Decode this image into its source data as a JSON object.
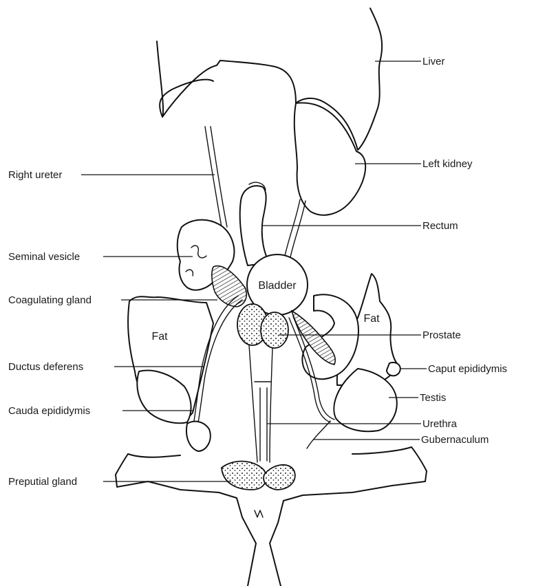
{
  "labels": {
    "liver": "Liver",
    "left_kidney": "Left kidney",
    "right_ureter": "Right ureter",
    "rectum": "Rectum",
    "seminal_vesicle": "Seminal vesicle",
    "coagulating_gland": "Coagulating gland",
    "prostate": "Prostate",
    "caput_epididymis": "Caput epididymis",
    "ductus_deferens": "Ductus deferens",
    "testis": "Testis",
    "cauda_epididymis": "Cauda epididymis",
    "urethra": "Urethra",
    "gubernaculum": "Gubernaculum",
    "preputial_gland": "Preputial gland",
    "bladder": "Bladder",
    "fat_left": "Fat",
    "fat_right": "Fat"
  },
  "colors": {
    "ink": "#111111",
    "paper": "#ffffff"
  }
}
